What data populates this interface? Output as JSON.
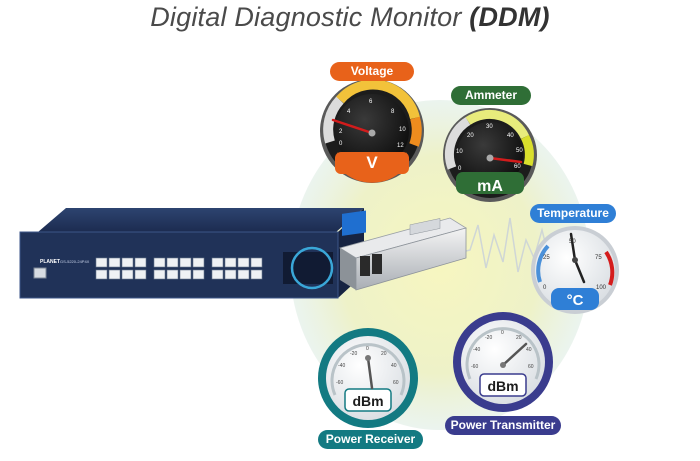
{
  "title": {
    "main": "Digital Diagnostic Monitor ",
    "emphasis": "(DDM)"
  },
  "colors": {
    "voltage": "#e8621a",
    "ammeter": "#2f6e36",
    "temperature": "#2f7fd6",
    "receiver": "#137a82",
    "transmitter": "#3a3c8e"
  },
  "gauges": {
    "voltage": {
      "label": "Voltage",
      "unit": "V",
      "ticks": [
        "0",
        "2",
        "4",
        "6",
        "8",
        "10",
        "12"
      ]
    },
    "ammeter": {
      "label": "Ammeter",
      "unit": "mA",
      "ticks": [
        "0",
        "10",
        "20",
        "30",
        "40",
        "50",
        "60"
      ]
    },
    "temperature": {
      "label": "Temperature",
      "unit": "°C",
      "ticks": [
        "0",
        "25",
        "50",
        "75",
        "100"
      ]
    },
    "receiver": {
      "label": "Power Receiver",
      "unit": "dBm",
      "ticks": [
        "-60",
        "-40",
        "-20",
        "0",
        "20",
        "40",
        "60"
      ]
    },
    "transmitter": {
      "label": "Power Transmitter",
      "unit": "dBm",
      "ticks": [
        "-60",
        "-40",
        "-20",
        "0",
        "20",
        "40",
        "60"
      ]
    }
  },
  "switch": {
    "brand": "PLANET",
    "model": "GS-5220-24P4X"
  }
}
